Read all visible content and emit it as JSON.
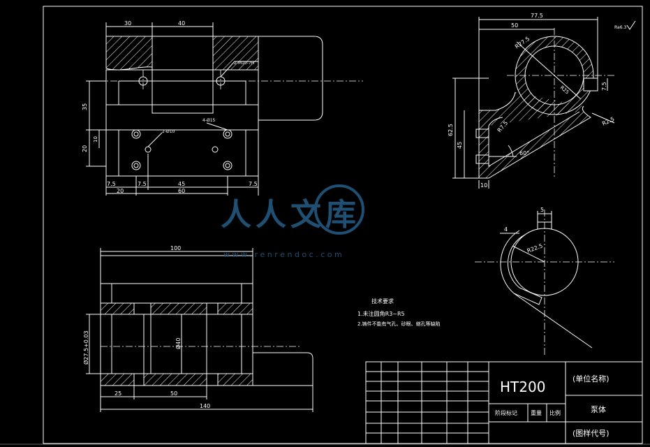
{
  "material": "HT200",
  "part_name": "泵体",
  "unit_name": "(单位名称)",
  "drawing_code": "(图样代号)",
  "title_block_labels": {
    "stage_mark": "阶段标记",
    "weight": "重量",
    "scale": "比例"
  },
  "technical_requirements": {
    "heading": "技术要求",
    "items": [
      "1.未注圆角R3~R5",
      "2.铸件不能有气孔、砂眼、缩孔等缺陷"
    ]
  },
  "roughness_note": "Ra6.3",
  "watermark": {
    "text": "人人文库",
    "url": "w w w . r e n r e n d o c . c o m"
  },
  "dimensions": {
    "front_view": {
      "d30": "30",
      "d40": "40",
      "thread": "2-M10-7H",
      "d35": "35",
      "d20": "20",
      "d10": "10",
      "holes4": "4-Ø15",
      "holes2": "2-Ø10",
      "d7_5_left": "7.5",
      "d7_5_mid": "7.5",
      "d7_5_right": "7.5",
      "d45": "45",
      "d20_bottom": "20",
      "d60": "60"
    },
    "side_view": {
      "d77_5": "77.5",
      "d50": "50",
      "r27_5": "R27.5",
      "r25": "R25",
      "d7_5": "7.5",
      "r7_5": "R7.5",
      "d62_5": "62.5",
      "d45": "45",
      "r2_5": "R2.5",
      "d10": "10",
      "angle60": "60°"
    },
    "section_view": {
      "d100": "100",
      "d27_5": "Ø27.5+0.03",
      "d40": "Ø40",
      "d25": "25",
      "d50": "50",
      "d140": "140"
    },
    "detail_view": {
      "d5": "5",
      "d4": "4",
      "r22_5": "R22.5"
    }
  }
}
